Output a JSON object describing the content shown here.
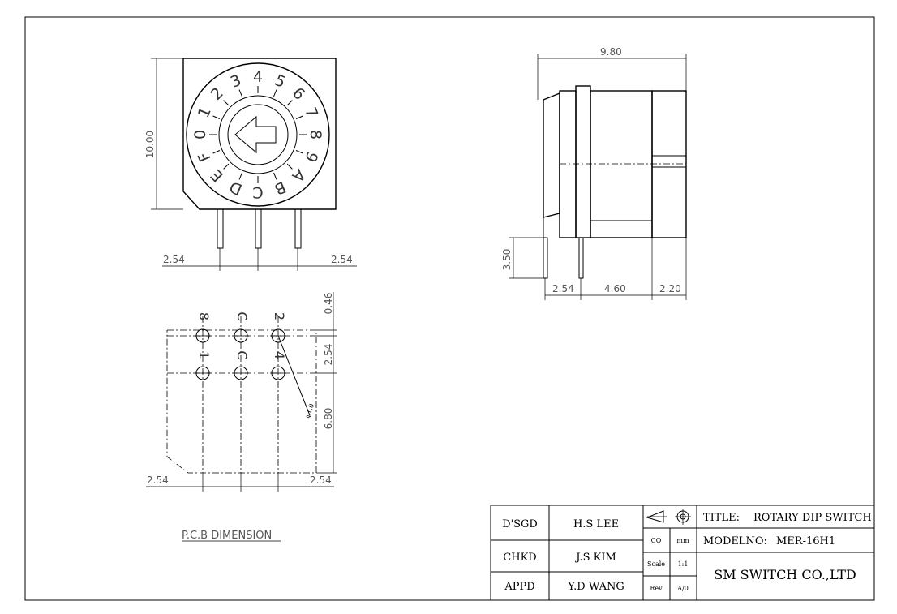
{
  "front_view": {
    "height_dim": "10.00",
    "pitch_left": "2.54",
    "pitch_right": "2.54",
    "dial_digits": [
      "0",
      "1",
      "2",
      "3",
      "4",
      "5",
      "6",
      "7",
      "8",
      "9",
      "A",
      "B",
      "C",
      "D",
      "E",
      "F"
    ]
  },
  "side_view": {
    "width_dim": "9.80",
    "lead_dim": "3.50",
    "dim_a": "2.54",
    "dim_b": "4.60",
    "dim_c": "2.20"
  },
  "pcb_view": {
    "top_dim": "0.46",
    "pitch_v": "2.54",
    "depth_dim": "6.80",
    "left_dim": "2.54",
    "right_dim": "2.54",
    "hole_note": "φ1.0",
    "top_labels": [
      "8",
      "C",
      "2"
    ],
    "bottom_labels": [
      "1",
      "C",
      "4"
    ],
    "caption": "P.C.B DIMENSION"
  },
  "title_block": {
    "designed_label": "D'SGD",
    "designed_by": "H.S LEE",
    "checked_label": "CHKD",
    "checked_by": "J.S KIM",
    "approved_label": "APPD",
    "approved_by": "Y.D WANG",
    "co_label": "CO",
    "unit": "mm",
    "scale_label": "Scale",
    "scale": "1:1",
    "rev_label": "Rev",
    "rev": "A/0",
    "title_label": "TITLE:",
    "title": "ROTARY DIP SWITCH",
    "model_label": "MODELNO:",
    "model": "MER-16H1",
    "company": "SM SWITCH CO.,LTD"
  }
}
